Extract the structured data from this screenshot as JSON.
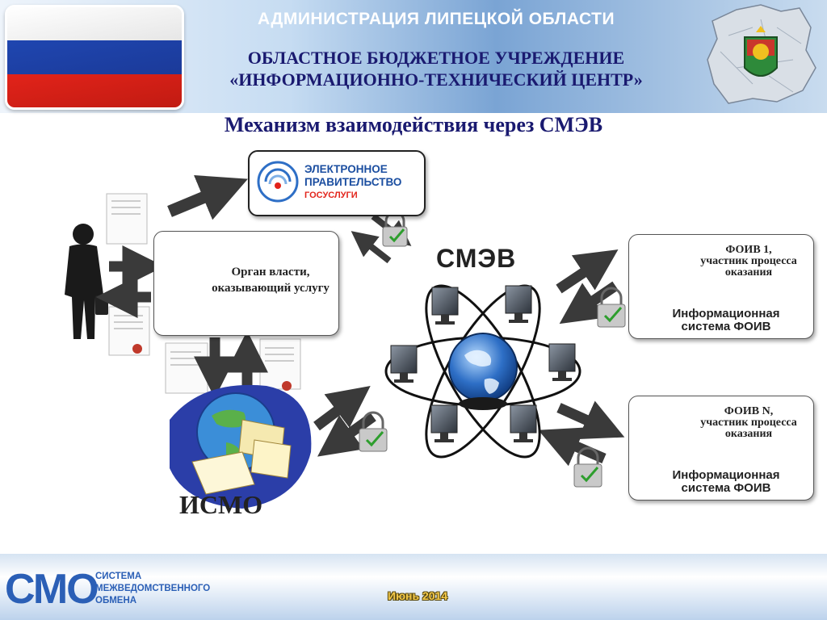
{
  "header": {
    "title": "АДМИНИСТРАЦИЯ ЛИПЕЦКОЙ ОБЛАСТИ",
    "subtitle_line1": "ОБЛАСТНОЕ БЮДЖЕТНОЕ УЧРЕЖДЕНИЕ",
    "subtitle_line2": "«ИНФОРМАЦИОННО-ТЕХНИЧЕСКИЙ ЦЕНТР»"
  },
  "slide": {
    "title": "Механизм взаимодействия через СМЭВ"
  },
  "nodes": {
    "egov_line1": "ЭЛЕКТРОННОЕ",
    "egov_line2": "ПРАВИТЕЛЬСТВО",
    "egov_line3": "ГОСУСЛУГИ",
    "authority_line1": "Орган власти,",
    "authority_line2": "оказывающий услугу",
    "smev": "СМЭВ",
    "ismo": "ИСМО",
    "foiv1_line1": "ФОИВ 1,",
    "foiv1_line2": "участник процесса",
    "foiv1_line3": "оказания",
    "foiv1_sys1": "Информационная",
    "foiv1_sys2": "система ФОИВ",
    "foivn_line1": "ФОИВ N,",
    "foivn_line2": "участник процесса",
    "foivn_line3": "оказания",
    "foivn_sys1": "Информационная",
    "foivn_sys2": "система ФОИВ"
  },
  "footer": {
    "logo": "СМО",
    "desc_line1": "СИСТЕМА",
    "desc_line2": "МЕЖВЕДОМСТВЕННОГО",
    "desc_line3": "ОБМЕНА",
    "date": "Июнь 2014"
  },
  "colors": {
    "title_blue": "#1a1a70",
    "logo_blue": "#2b5fb6",
    "arrow_gray": "#3a3a3a",
    "check_green": "#2e9e2e"
  }
}
